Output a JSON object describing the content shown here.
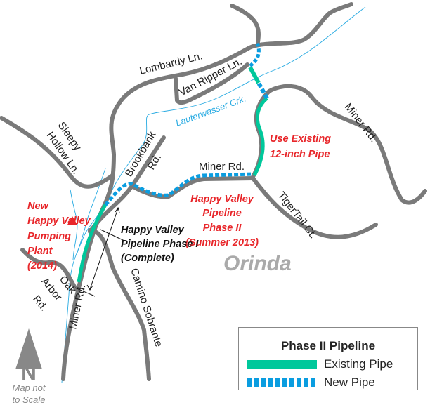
{
  "roads": {
    "lombardy": "Lombardy Ln.",
    "van_ripper": "Van Ripper Ln.",
    "creek": "Lauterwasser Crk.",
    "miner_ne": "Miner Rd.",
    "miner_mid": "Miner Rd.",
    "miner_s": "Miner Rd.",
    "sleepy_1": "Sleepy",
    "sleepy_2": "Hollow Ln.",
    "brookbank_1": "Brookbank",
    "brookbank_2": "Rd.",
    "tigertail": "TigerTail Ct.",
    "oak_1": "Oak",
    "oak_2": "Arbor",
    "oak_3": "Rd.",
    "camino": "Camino Sobrante"
  },
  "annotations": {
    "existing": [
      "Use Existing",
      "12-inch Pipe"
    ],
    "phase2": [
      "Happy Valley",
      "Pipeline",
      "Phase II",
      "(Summer 2013)"
    ],
    "plant": [
      "New",
      "Happy Valley",
      "Pumping",
      "Plant",
      "(2014)"
    ],
    "phase1": [
      "Happy Valley",
      "Pipeline Phase I",
      "(Complete)"
    ]
  },
  "city": "Orinda",
  "north": "N",
  "scale_note": [
    "Map not",
    "to Scale"
  ],
  "legend": {
    "title": "Phase II Pipeline",
    "existing": "Existing Pipe",
    "new": "New Pipe"
  },
  "colors": {
    "existing": "#00c89b",
    "new": "#0a9de0",
    "road": "#7a7a7a",
    "annotation": "#e8262a"
  }
}
